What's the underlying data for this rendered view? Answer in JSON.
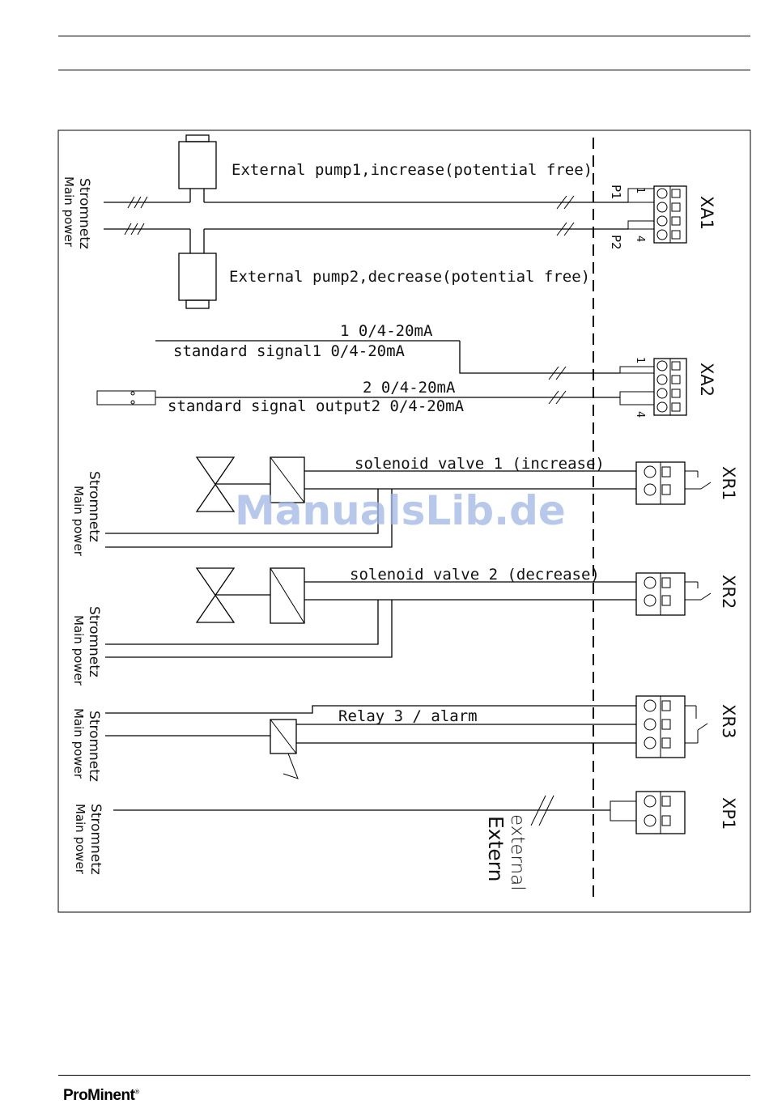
{
  "logo": {
    "brand": "ProMinent",
    "mark": "®"
  },
  "watermark": "ManualsLib.de",
  "diagram": {
    "pump1_label": "External pump1,increase(potential free)",
    "pump2_label": "External pump2,decrease(potential free)",
    "signal1_top": "1 0/4-20mA",
    "signal1_bottom": "standard signal1 0/4-20mA",
    "signal2_top": "2 0/4-20mA",
    "signal2_bottom": "standard signal output2 0/4-20mA",
    "valve1_label": "solenoid valve 1 (increase)",
    "valve2_label": "solenoid valve 2 (decrease)",
    "relay3_label": "Relay 3 / alarm",
    "stromnetz": "Stromnetz",
    "main_power": "Main power",
    "extern": "Extern",
    "external": "external",
    "p1": "P1",
    "p2": "P2",
    "pin_1": "1",
    "pin_4": "4",
    "xa1": "XA1",
    "xa2": "XA2",
    "xr1": "XR1",
    "xr2": "XR2",
    "xr3": "XR3",
    "xp1": "XP1"
  }
}
